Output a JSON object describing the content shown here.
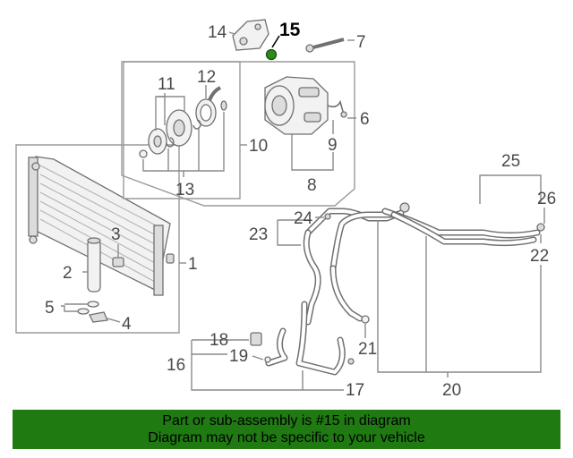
{
  "callouts": {
    "c1": "1",
    "c2": "2",
    "c3": "3",
    "c4": "4",
    "c5": "5",
    "c6": "6",
    "c7": "7",
    "c8": "8",
    "c9": "9",
    "c10": "10",
    "c11": "11",
    "c12": "12",
    "c13": "13",
    "c14": "14",
    "c15": "15",
    "c16": "16",
    "c17": "17",
    "c18": "18",
    "c19": "19",
    "c20": "20",
    "c21": "21",
    "c22": "22",
    "c23": "23",
    "c24": "24",
    "c25": "25",
    "c26": "26"
  },
  "highlighted_part": "15",
  "colors": {
    "banner": "#1f7a12",
    "highlight_part": "#2e8b1a"
  },
  "footer": {
    "line1": "Part or sub-assembly is #15 in diagram",
    "line2": "Diagram may not be specific to your vehicle"
  }
}
